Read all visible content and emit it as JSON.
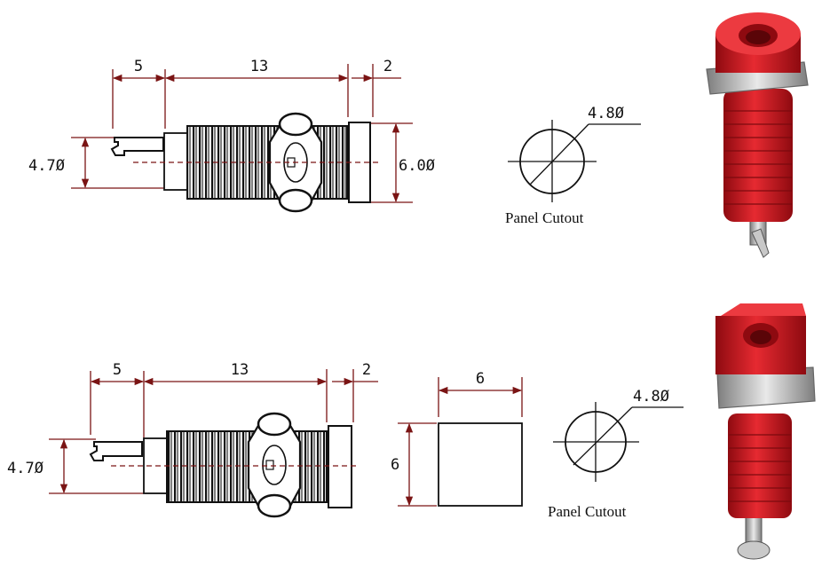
{
  "colors": {
    "dimension_line": "#7a1414",
    "outline": "#111111",
    "jack_red": "#d1121b",
    "jack_red_dark": "#8e0a10",
    "metal": "#b9b9b9"
  },
  "top_row": {
    "dims": {
      "tail": "5",
      "body": "13",
      "flange": "2",
      "pin_dia": "4.7Ø",
      "head_dia": "6.0Ø"
    },
    "cutout": {
      "dia": "4.8Ø",
      "label": "Panel Cutout"
    }
  },
  "bottom_row": {
    "dims": {
      "tail": "5",
      "body": "13",
      "flange": "2",
      "pin_dia": "4.7Ø"
    },
    "square": {
      "width": "6",
      "height": "6"
    },
    "cutout": {
      "dia": "4.8Ø",
      "label": "Panel Cutout"
    }
  }
}
